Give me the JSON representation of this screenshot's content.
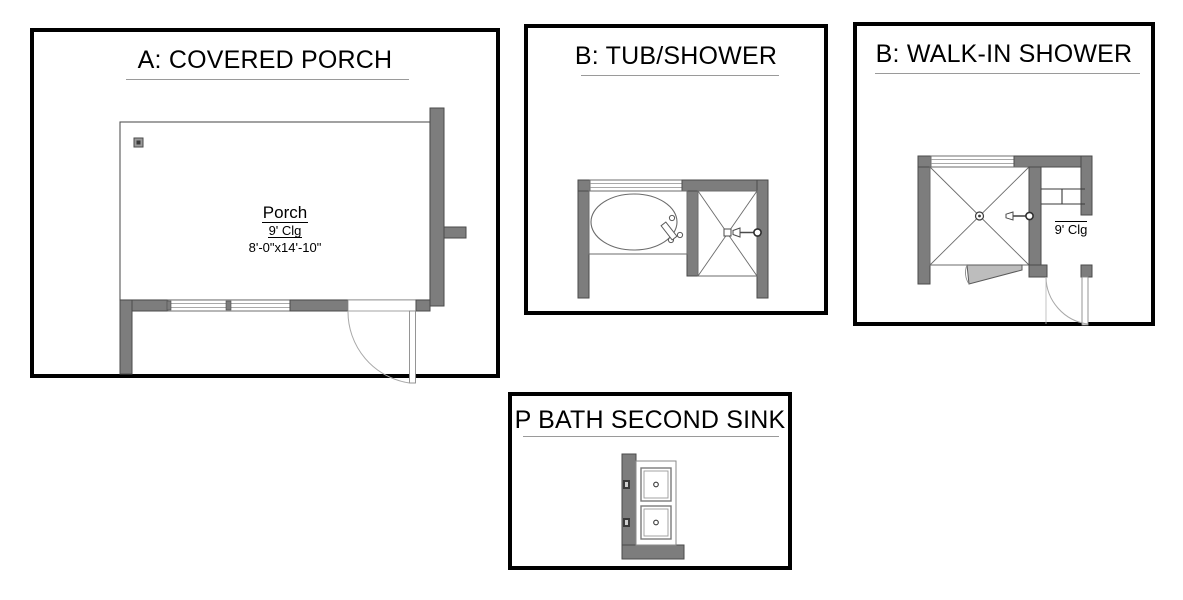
{
  "sheet": {
    "background": "#ffffff",
    "wall_color": "#7d7d7d",
    "line_color": "#555555",
    "title_color": "#000000",
    "rule_color": "#9a9a9a"
  },
  "panels": [
    {
      "id": "covered-porch",
      "title": "A: COVERED PORCH",
      "option_letter": "A",
      "room": {
        "name": "Porch",
        "ceiling": "9' Clg",
        "dimensions": "8'-0\"x14'-10\""
      },
      "features": [
        "outlet-symbol",
        "railing",
        "door-swing",
        "exterior-wall"
      ]
    },
    {
      "id": "tub-shower",
      "title": "B: TUB/SHOWER",
      "option_letter": "B",
      "features": [
        "oval-tub",
        "tub-faucet",
        "shower-stall",
        "shower-head",
        "window"
      ]
    },
    {
      "id": "walk-in-shower",
      "title": "B: WALK-IN SHOWER",
      "option_letter": "B",
      "room": {
        "ceiling": "9' Clg"
      },
      "features": [
        "walk-in-shower-stall",
        "shower-head",
        "shower-door",
        "swing-door",
        "window"
      ]
    },
    {
      "id": "p-bath-second-sink",
      "title": "P BATH SECOND SINK",
      "features": [
        "vanity-counter",
        "sink-basin-upper",
        "sink-basin-lower",
        "wall-fixture-upper",
        "wall-fixture-lower"
      ]
    }
  ]
}
